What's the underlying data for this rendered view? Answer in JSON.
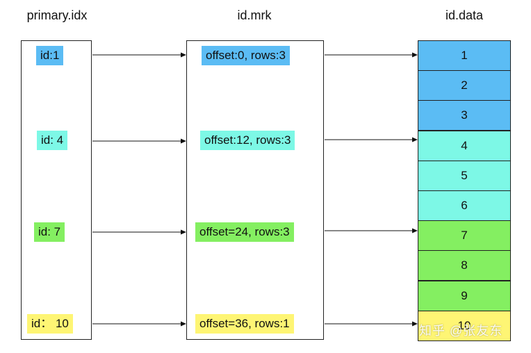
{
  "titles": {
    "primary": "primary.idx",
    "mrk": "id.mrk",
    "data": "id.data"
  },
  "primary_entries": [
    {
      "label": "id:1",
      "color": "#5bbcf4"
    },
    {
      "label": "id: 4",
      "color": "#7df8e6"
    },
    {
      "label": "id: 7",
      "color": "#84ef61"
    },
    {
      "label": "id： 10",
      "color": "#fef574"
    }
  ],
  "mrk_entries": [
    {
      "label": "offset:0, rows:3",
      "color": "#5bbcf4"
    },
    {
      "label": "offset:12, rows:3",
      "color": "#7df8e6"
    },
    {
      "label": "offset=24, rows:3",
      "color": "#84ef61"
    },
    {
      "label": "offset=36, rows:1",
      "color": "#fef574"
    }
  ],
  "data_rows": [
    {
      "value": "1",
      "color": "#5bbcf4"
    },
    {
      "value": "2",
      "color": "#5bbcf4"
    },
    {
      "value": "3",
      "color": "#5bbcf4"
    },
    {
      "value": "4",
      "color": "#7df8e6"
    },
    {
      "value": "5",
      "color": "#7df8e6"
    },
    {
      "value": "6",
      "color": "#7df8e6"
    },
    {
      "value": "7",
      "color": "#84ef61"
    },
    {
      "value": "8",
      "color": "#84ef61"
    },
    {
      "value": "9",
      "color": "#84ef61"
    },
    {
      "value": "10",
      "color": "#fef574"
    }
  ],
  "watermark": "知乎 @张友东"
}
